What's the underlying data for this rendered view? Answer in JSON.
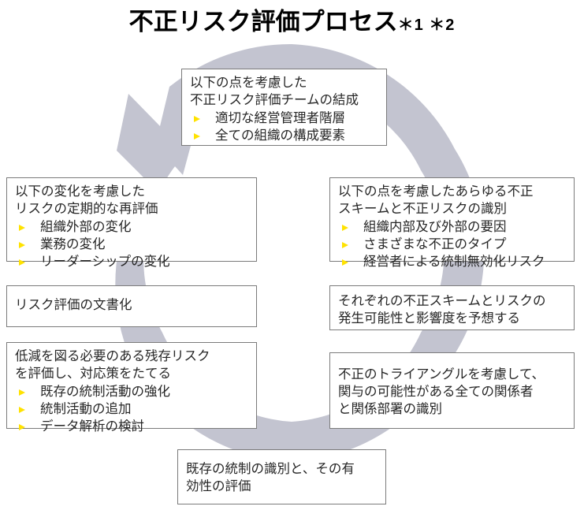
{
  "header": {
    "title_main": "不正リスク評価プロセス",
    "title_note": "＊1 ＊2"
  },
  "colors": {
    "ring_gray": "#c3c4d0",
    "bullet_yellow": "#ffe200",
    "box_border": "#7b7b7b",
    "text": "#262626",
    "title_text": "#000000",
    "background": "#ffffff"
  },
  "diagram": {
    "type": "cycle",
    "direction": "clockwise",
    "node_count": 8,
    "nodes": [
      {
        "id": "team",
        "position": "top",
        "lines": [
          "以下の点を考慮した",
          "不正リスク評価チームの結成"
        ],
        "bullets": [
          "適切な経営管理者階層",
          "全ての組織の構成要素"
        ]
      },
      {
        "id": "identify",
        "position": "right-upper",
        "lines": [
          "以下の点を考慮したあらゆる不正",
          "スキームと不正リスクの識別"
        ],
        "bullets": [
          "組織内部及び外部の要因",
          "さまざまな不正のタイプ",
          "経営者による統制無効化リスク"
        ]
      },
      {
        "id": "likelihood",
        "position": "right-middle",
        "lines": [
          "それぞれの不正スキームとリスクの",
          "発生可能性と影響度を予想する"
        ],
        "bullets": []
      },
      {
        "id": "triangle",
        "position": "right-lower",
        "lines": [
          "不正のトライアングルを考慮して、",
          "関与の可能性がある全ての関係者",
          "と関係部署の識別"
        ],
        "bullets": []
      },
      {
        "id": "controls",
        "position": "bottom",
        "lines": [
          "既存の統制の識別と、その有",
          "効性の評価"
        ],
        "bullets": []
      },
      {
        "id": "residual",
        "position": "left-lower",
        "lines": [
          "低減を図る必要のある残存リスク",
          "を評価し、対応策をたてる"
        ],
        "bullets": [
          "既存の統制活動の強化",
          "統制活動の追加",
          "データ解析の検討"
        ]
      },
      {
        "id": "document",
        "position": "left-middle",
        "lines": [
          "リスク評価の文書化"
        ],
        "bullets": []
      },
      {
        "id": "reassess",
        "position": "left-upper",
        "lines": [
          "以下の変化を考慮した",
          "リスクの定期的な再評価"
        ],
        "bullets": [
          "組織外部の変化",
          "業務の変化",
          "リーダーシップの変化"
        ]
      }
    ]
  }
}
